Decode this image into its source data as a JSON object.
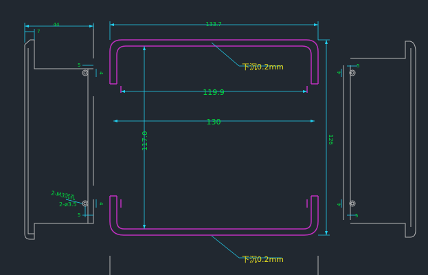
{
  "drawing": {
    "colors": {
      "background": "#212830",
      "outline": "#c0c0c0",
      "profile": "#c030c0",
      "dimension": "#00e040",
      "leader": "#22d0f0",
      "annotation": "#e8e020"
    },
    "dimensions": {
      "d44": "44",
      "d7": "7",
      "d133_7": "133.7",
      "d119_9": "119.9",
      "d130": "130",
      "d117": "117.0",
      "d126": "126",
      "d5": "5",
      "d4": "4"
    },
    "notes": {
      "sink_note": "下沉0.2mm",
      "hole_note": "2-M3沉孔",
      "hole_dia": "2-ø3.5"
    }
  }
}
